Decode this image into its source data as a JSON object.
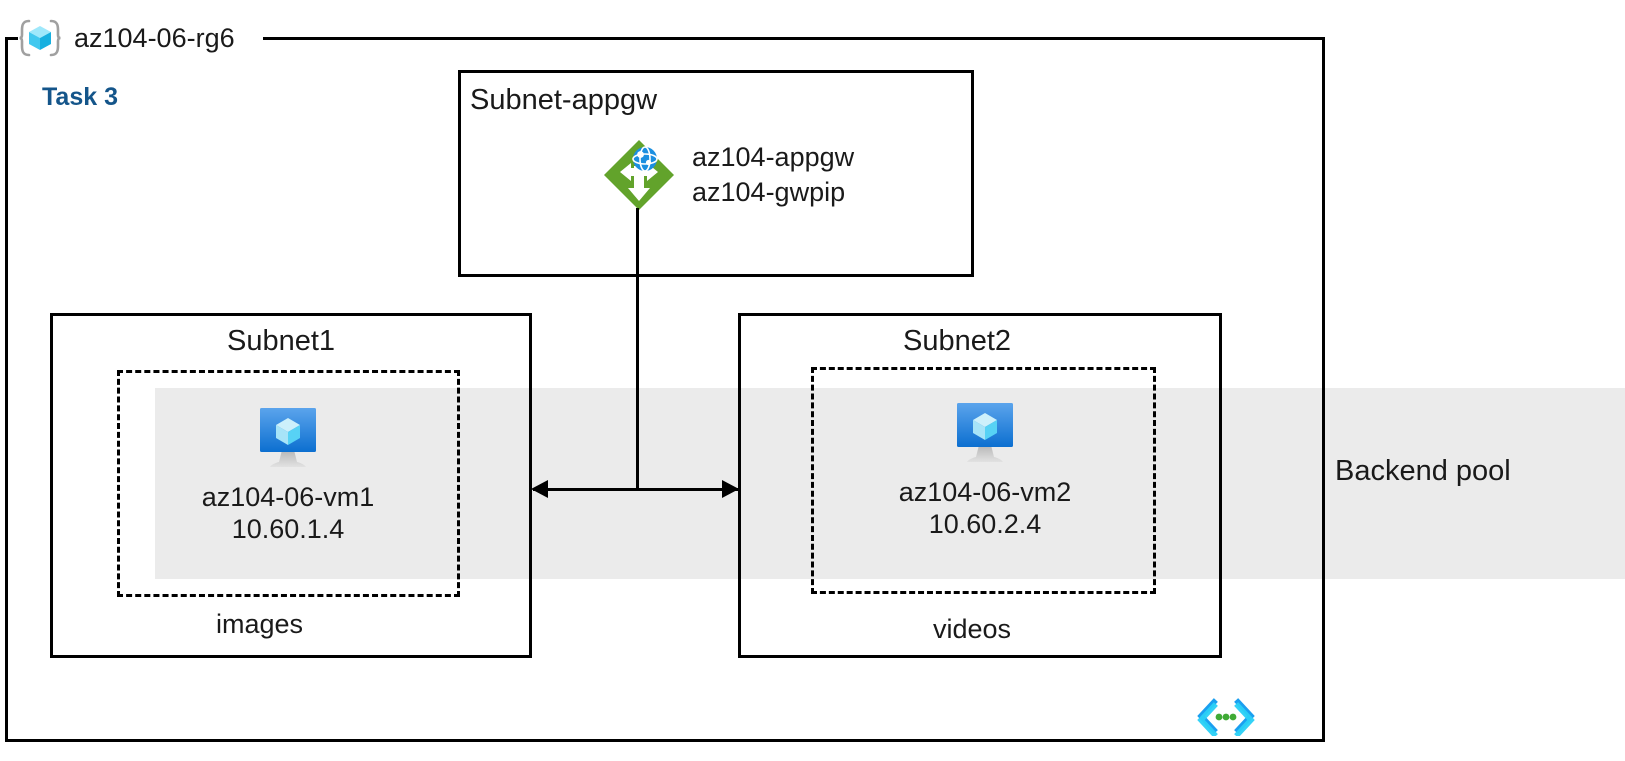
{
  "diagram": {
    "resource_group": {
      "name": "az104-06-rg6",
      "icon": "resource-group-cube-icon"
    },
    "task_label": "Task 3",
    "task_color": "#14558a",
    "backend_pool": {
      "label": "Backend pool",
      "band_color": "#ebebeb"
    },
    "subnets": [
      {
        "id": "subnet-appgw",
        "title": "Subnet-appgw",
        "node": {
          "icon": "application-gateway-icon",
          "icon_color": "#59a22a",
          "labels": [
            "az104-appgw",
            "az104-gwpip"
          ]
        }
      },
      {
        "id": "subnet1",
        "title": "Subnet1",
        "footer": "images",
        "vm": {
          "icon": "virtual-machine-icon",
          "icon_color": "#0f7fdb",
          "name": "az104-06-vm1",
          "ip": "10.60.1.4"
        }
      },
      {
        "id": "subnet2",
        "title": "Subnet2",
        "footer": "videos",
        "vm": {
          "icon": "virtual-machine-icon",
          "icon_color": "#0f7fdb",
          "name": "az104-06-vm2",
          "ip": "10.60.2.4"
        }
      }
    ],
    "connectors": [
      {
        "from": "subnet-appgw",
        "to": "subnet1",
        "style": "arrow-left"
      },
      {
        "from": "subnet-appgw",
        "to": "subnet2",
        "style": "arrow-right"
      }
    ],
    "watermark_icon": "code-brackets-icon"
  }
}
